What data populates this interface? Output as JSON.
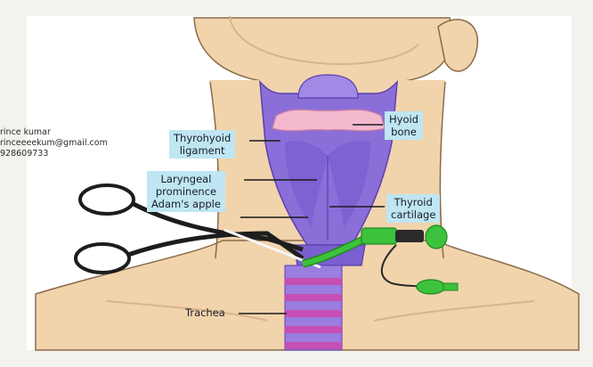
{
  "author": {
    "name": "rince kumar",
    "email": "rinceeeekum@gmail.com",
    "phone": "928609733"
  },
  "labels": {
    "thyrohyoid": [
      "Thyrohyoid",
      "ligament"
    ],
    "hyoid": [
      "Hyoid",
      "bone"
    ],
    "laryngeal": [
      "Laryngeal",
      "prominence"
    ],
    "adams_apple": "Adam's apple",
    "thyroid": [
      "Thyroid",
      "cartilage"
    ],
    "trachea": "Trachea"
  },
  "colors": {
    "skin": "#f1d3ac",
    "skin_outline": "#8a6b4a",
    "larynx": "#8b6fd9",
    "larynx_dark": "#6a4fc2",
    "hyoid": "#f4b8cf",
    "trachea_ring": "#c54fb3",
    "tube_green": "#3cc23c",
    "label_bg": "#bfe6f2"
  },
  "icons": [
    "scissors-icon",
    "syringe-tube-icon"
  ]
}
